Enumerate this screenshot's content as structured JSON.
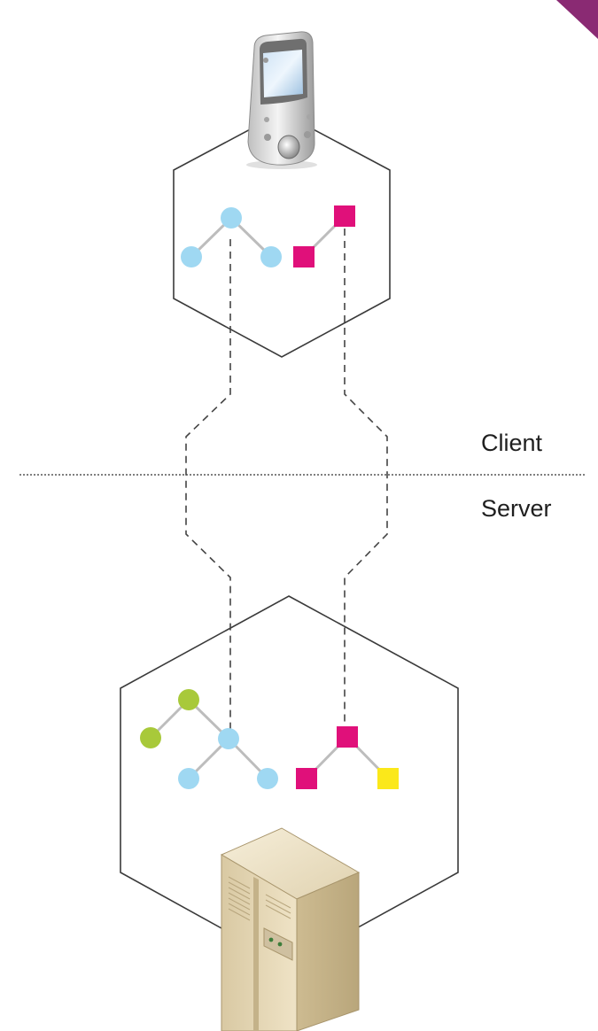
{
  "labels": {
    "client": "Client",
    "server": "Server"
  },
  "colors": {
    "outline": "#3a3a3a",
    "connector": "#444444",
    "divider": "#555555",
    "tree_edge": "#bdbdbd",
    "blue_node": "#9fd8f2",
    "green_node": "#a8c93a",
    "magenta_node": "#e0107a",
    "yellow_node": "#fbe81a",
    "corner_accent": "#8a2a73"
  },
  "icons": {
    "client_device": "pda-device-icon",
    "server_device": "server-tower-icon"
  },
  "client_tree": {
    "blue_nodes": 3,
    "magenta_nodes": 2
  },
  "server_tree": {
    "green_nodes": 2,
    "blue_nodes": 3,
    "magenta_nodes": 2,
    "yellow_nodes": 1
  }
}
